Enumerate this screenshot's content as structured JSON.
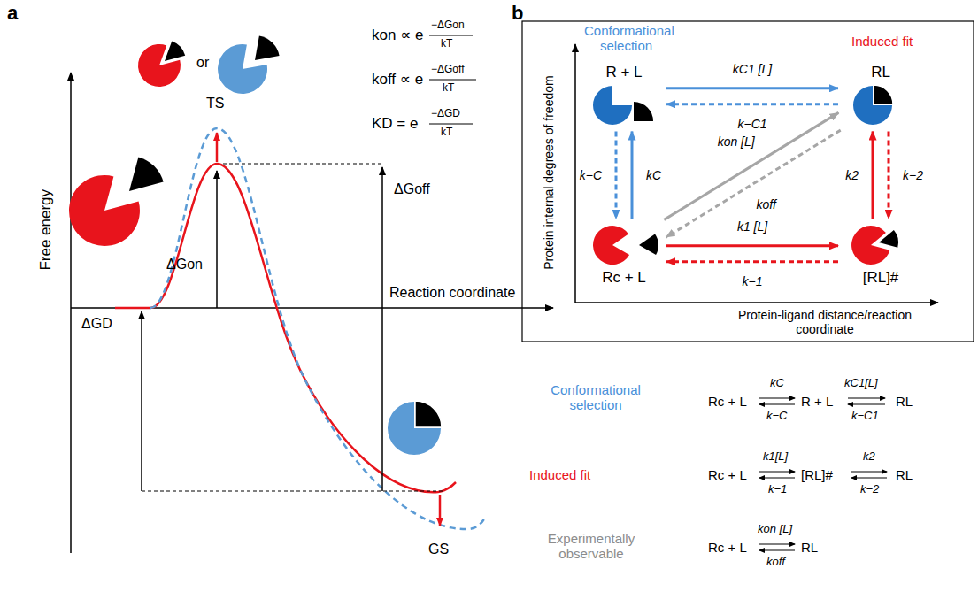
{
  "diagram": {
    "nodes": [
      {
        "text": [
          "R + L"
        ]
      },
      {
        "text": [
          "RL"
        ]
      },
      {
        "text": [
          "Rc + L"
        ]
      },
      {
        "text": [
          "[RL]#"
        ]
      }
    ],
    "edges": [
      {
        "from": 0,
        "to": 1,
        "arrow": "to",
        "label": "kC1 [L]"
      },
      {
        "from": 1,
        "to": 0,
        "arrow": "to",
        "label": "k−C1"
      },
      {
        "from": 2,
        "to": 0,
        "arrow": "to",
        "label": "kC"
      },
      {
        "from": 0,
        "to": 2,
        "arrow": "to",
        "label": "k−C"
      },
      {
        "from": 2,
        "to": 1,
        "arrow": "to",
        "label": "kon [L]"
      },
      {
        "from": 1,
        "to": 2,
        "arrow": "to",
        "label": "koff"
      },
      {
        "from": 2,
        "to": 3,
        "arrow": "to",
        "label": "k1 [L]"
      },
      {
        "from": 3,
        "to": 2,
        "arrow": "to",
        "label": "k−1"
      },
      {
        "from": 3,
        "to": 1,
        "arrow": "to",
        "label": "k2"
      },
      {
        "from": 1,
        "to": 3,
        "arrow": "to",
        "label": "k−2"
      }
    ],
    "labels": [
      "a",
      "or",
      "kon ∝ e",
      "−ΔGon",
      "kT",
      "koff ∝ e",
      "−ΔGoff",
      "kT",
      "KD = e",
      "−ΔGD",
      "kT",
      "TS",
      "Free energy",
      "ΔGon",
      "Reaction coordinate",
      "ΔGoff",
      "ΔGD",
      "GS",
      "b",
      "Conformational selection",
      "Induced fit",
      "Protein internal degrees of freedom",
      "Protein-ligand distance/reaction coordinate",
      "Conformational selection",
      "Rc + L",
      "kC",
      "k−C",
      "R + L",
      "kC1[L]",
      "k−C1",
      "RL",
      "Induced fit",
      "Rc + L",
      "k1[L]",
      "k−1",
      "[RL]#",
      "k2",
      "k−2",
      "RL",
      "Experimentally observable",
      "Rc + L",
      "kon [L]",
      "koff",
      "RL"
    ]
  }
}
